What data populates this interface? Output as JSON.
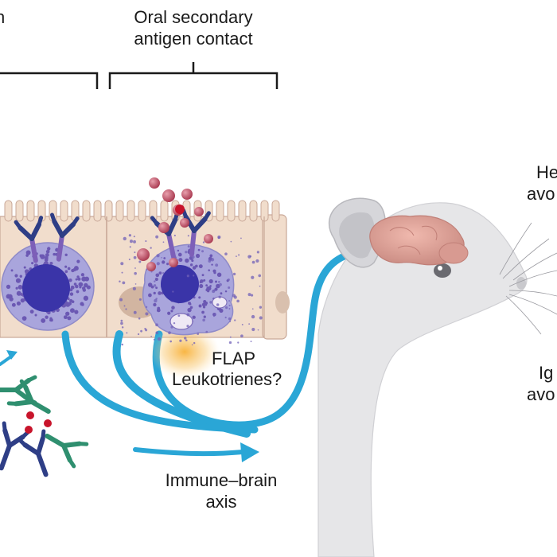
{
  "labels": {
    "top_left_fragment": "n",
    "oral_secondary_line1": "Oral secondary",
    "oral_secondary_line2": "antigen contact",
    "flap": "FLAP",
    "leukotrienes": "Leukotrienes?",
    "immune_brain_line1": "Immune–brain",
    "immune_brain_line2": "axis",
    "right_fragment_1_line1": "He",
    "right_fragment_1_line2": "avo",
    "right_fragment_2_line1": "Ig",
    "right_fragment_2_line2": "avo"
  },
  "colors": {
    "epithelium": "#f1ddcc",
    "epithelium_edge": "#c9a898",
    "mast_cell": "#a9a5dc",
    "mast_nucleus": "#3a34a8",
    "granule": "#6b58b3",
    "arrow": "#2aa6d6",
    "antibody_navy": "#2e3e86",
    "antibody_green": "#2f8f6f",
    "antigen_red": "#c8142b",
    "mouse": "#e6e6e8",
    "brain": "#dea49b",
    "glow": "#f8b23a"
  },
  "icons": [
    "mast-cell-icon",
    "antibody-icon",
    "antigen-icon",
    "mouse-icon",
    "brain-icon",
    "arrow-icon"
  ]
}
